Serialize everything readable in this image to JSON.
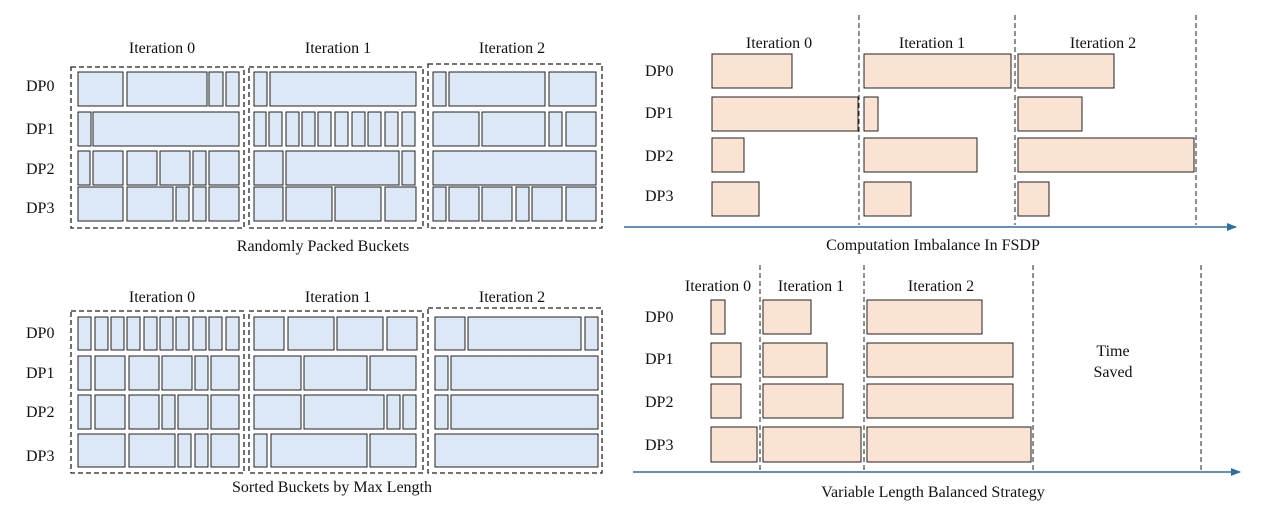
{
  "iteration_labels": [
    "Iteration 0",
    "Iteration 1",
    "Iteration 2"
  ],
  "rank_labels": [
    "DP0",
    "DP1",
    "DP2",
    "DP3"
  ],
  "panels": {
    "random": {
      "caption": "Randomly Packed Buckets"
    },
    "sorted": {
      "caption": "Sorted Buckets by Max Length"
    },
    "fsdp": {
      "caption": "Computation Imbalance In FSDP"
    },
    "balanced": {
      "caption": "Variable Length Balanced Strategy",
      "time_saved_lines": [
        "Time",
        "Saved"
      ]
    }
  },
  "colors": {
    "bucket_fill": "#dde8f7",
    "compute_fill": "#fbe3d4",
    "timeline_axis": "#2f6ea3"
  }
}
